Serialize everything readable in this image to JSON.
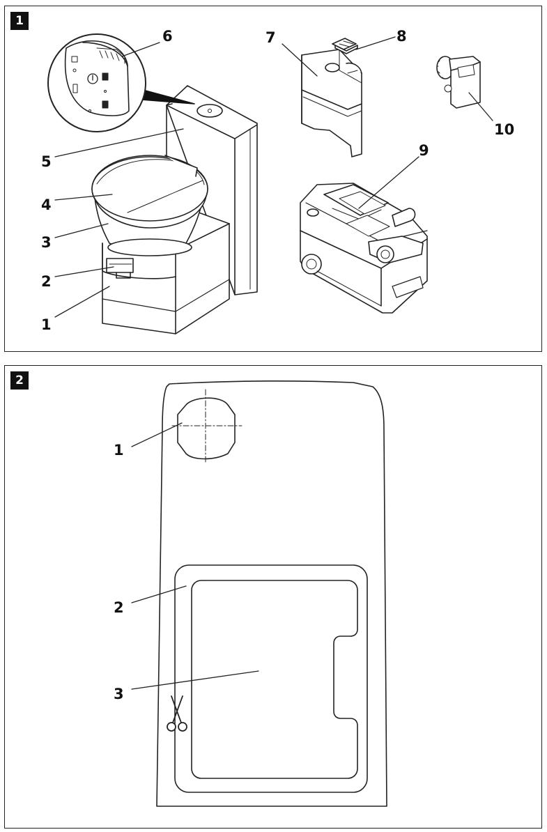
{
  "figure1": {
    "number": "1",
    "callouts": [
      "1",
      "2",
      "3",
      "4",
      "5",
      "6",
      "7",
      "8",
      "9",
      "10"
    ]
  },
  "figure2": {
    "number": "2",
    "callouts": [
      "1",
      "2",
      "3"
    ]
  },
  "icons": {
    "scissors": "scissors-icon",
    "power": "power-icon"
  },
  "colors": {
    "line": "#222222",
    "badge": "#111111",
    "background": "#ffffff"
  }
}
